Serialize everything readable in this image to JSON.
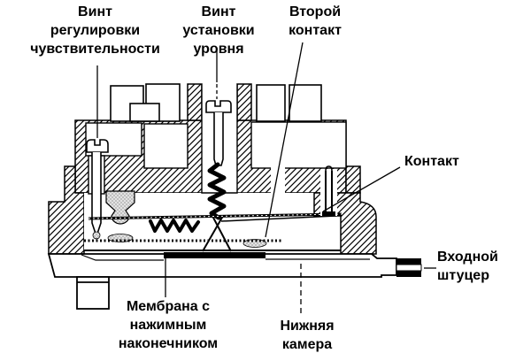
{
  "figure": {
    "labels": {
      "sensitivity_screw": "Винт\nрегулировки\nчувствительности",
      "level_screw": "Винт\nустановки\nуровня",
      "second_contact": "Второй\nконтакт",
      "contact": "Контакт",
      "inlet_fitting": "Входной\nштуцер",
      "diaphragm": "Мембрана с\nнажимным\nнаконечником",
      "lower_chamber": "Нижняя\nкамера"
    },
    "colors": {
      "line": "#000000",
      "background": "#ffffff",
      "stipple_fill": "#e3e3e3"
    }
  }
}
